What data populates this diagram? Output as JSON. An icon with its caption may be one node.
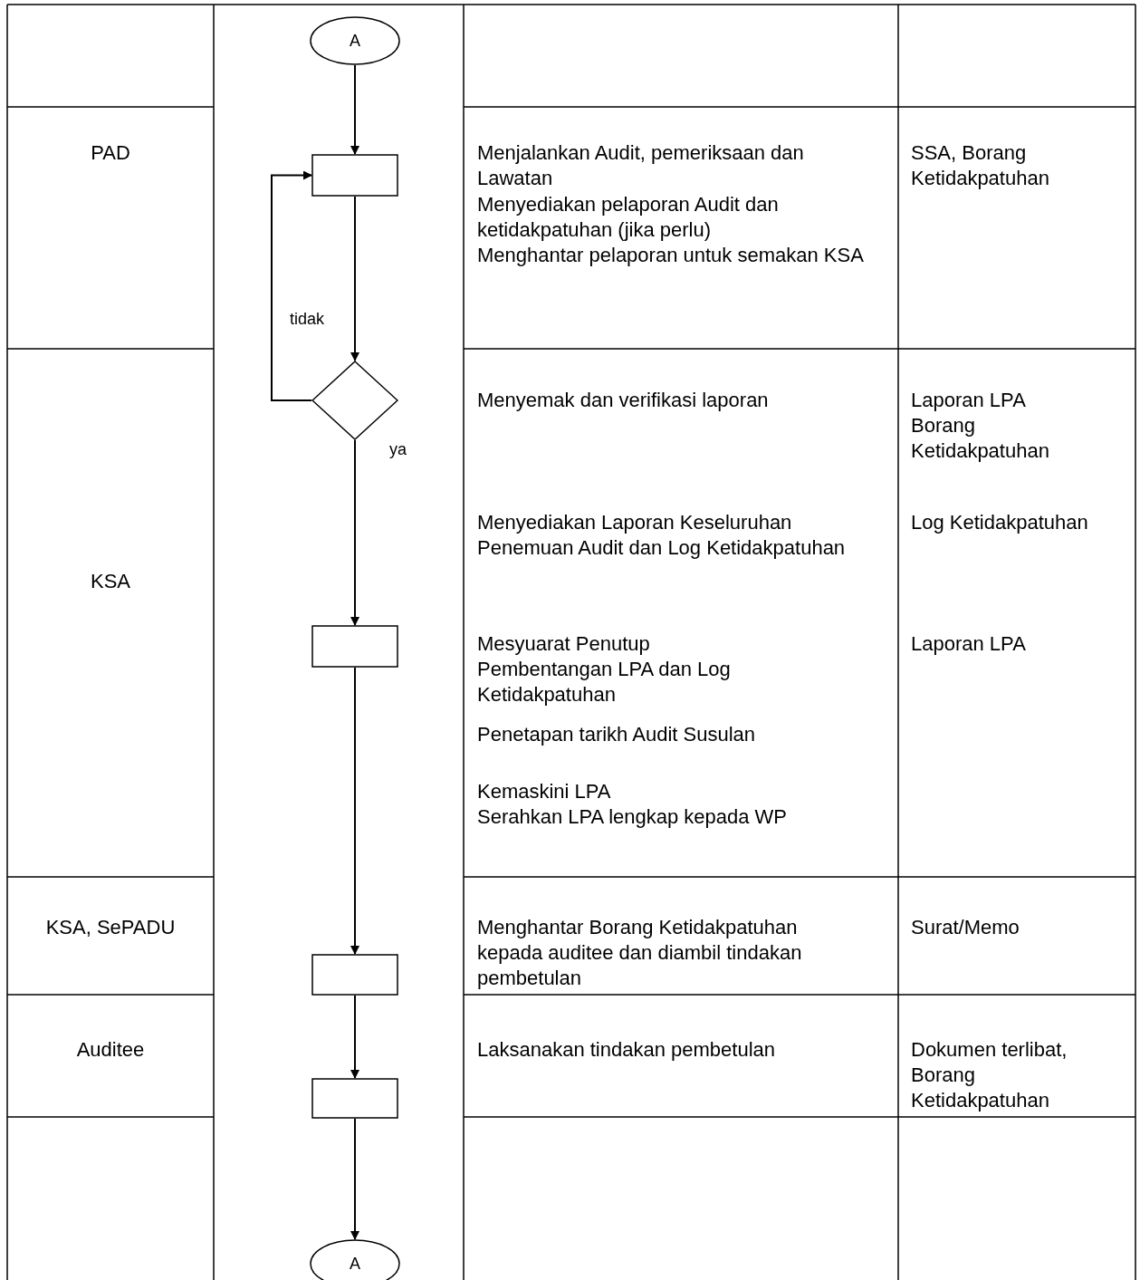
{
  "diagram": {
    "nodes": [
      {
        "text": [
          "A"
        ]
      },
      {
        "text": [],
        "shape": "box"
      },
      {
        "text": [],
        "shape": "diamond"
      },
      {
        "text": [],
        "shape": "box"
      },
      {
        "text": [],
        "shape": "box"
      },
      {
        "text": [],
        "shape": "box"
      },
      {
        "text": [
          "A"
        ]
      }
    ],
    "edges": [
      {
        "from": 0,
        "to": 1,
        "arrow": "to"
      },
      {
        "from": 1,
        "to": 2,
        "arrow": "to"
      },
      {
        "from": 2,
        "to": 1,
        "arrow": "to",
        "label": "tidak"
      },
      {
        "from": 2,
        "to": 3,
        "arrow": "to",
        "label": "ya"
      },
      {
        "from": 3,
        "to": 4,
        "arrow": "to"
      },
      {
        "from": 4,
        "to": 5,
        "arrow": "to"
      },
      {
        "from": 5,
        "to": 6,
        "arrow": "to"
      }
    ],
    "labels": [
      "PAD",
      "Menjalankan Audit, pemeriksaan dan Lawatan",
      "Menyediakan pelaporan Audit dan ketidakpatuhan (jika perlu)",
      "Menghantar pelaporan untuk semakan KSA",
      "SSA, Borang Ketidakpatuhan",
      "KSA",
      "Menyemak dan verifikasi laporan",
      "Laporan LPA",
      "Borang Ketidakpatuhan",
      "Menyediakan Laporan Keseluruhan Penemuan Audit dan Log Ketidakpatuhan",
      "Log Ketidakpatuhan",
      "Mesyuarat Penutup",
      "Laporan LPA",
      "Pembentangan LPA dan Log Ketidakpatuhan",
      "Penetapan tarikh Audit Susulan",
      "Kemaskini LPA",
      "Serahkan LPA lengkap kepada WP",
      "KSA, SePADU",
      "Menghantar Borang Ketidakpatuhan kepada auditee dan diambil tindakan pembetulan",
      "Surat/Memo",
      "Auditee",
      "Laksanakan tindakan pembetulan",
      "Dokumen terlibat, Borang Ketidakpatuhan"
    ]
  }
}
